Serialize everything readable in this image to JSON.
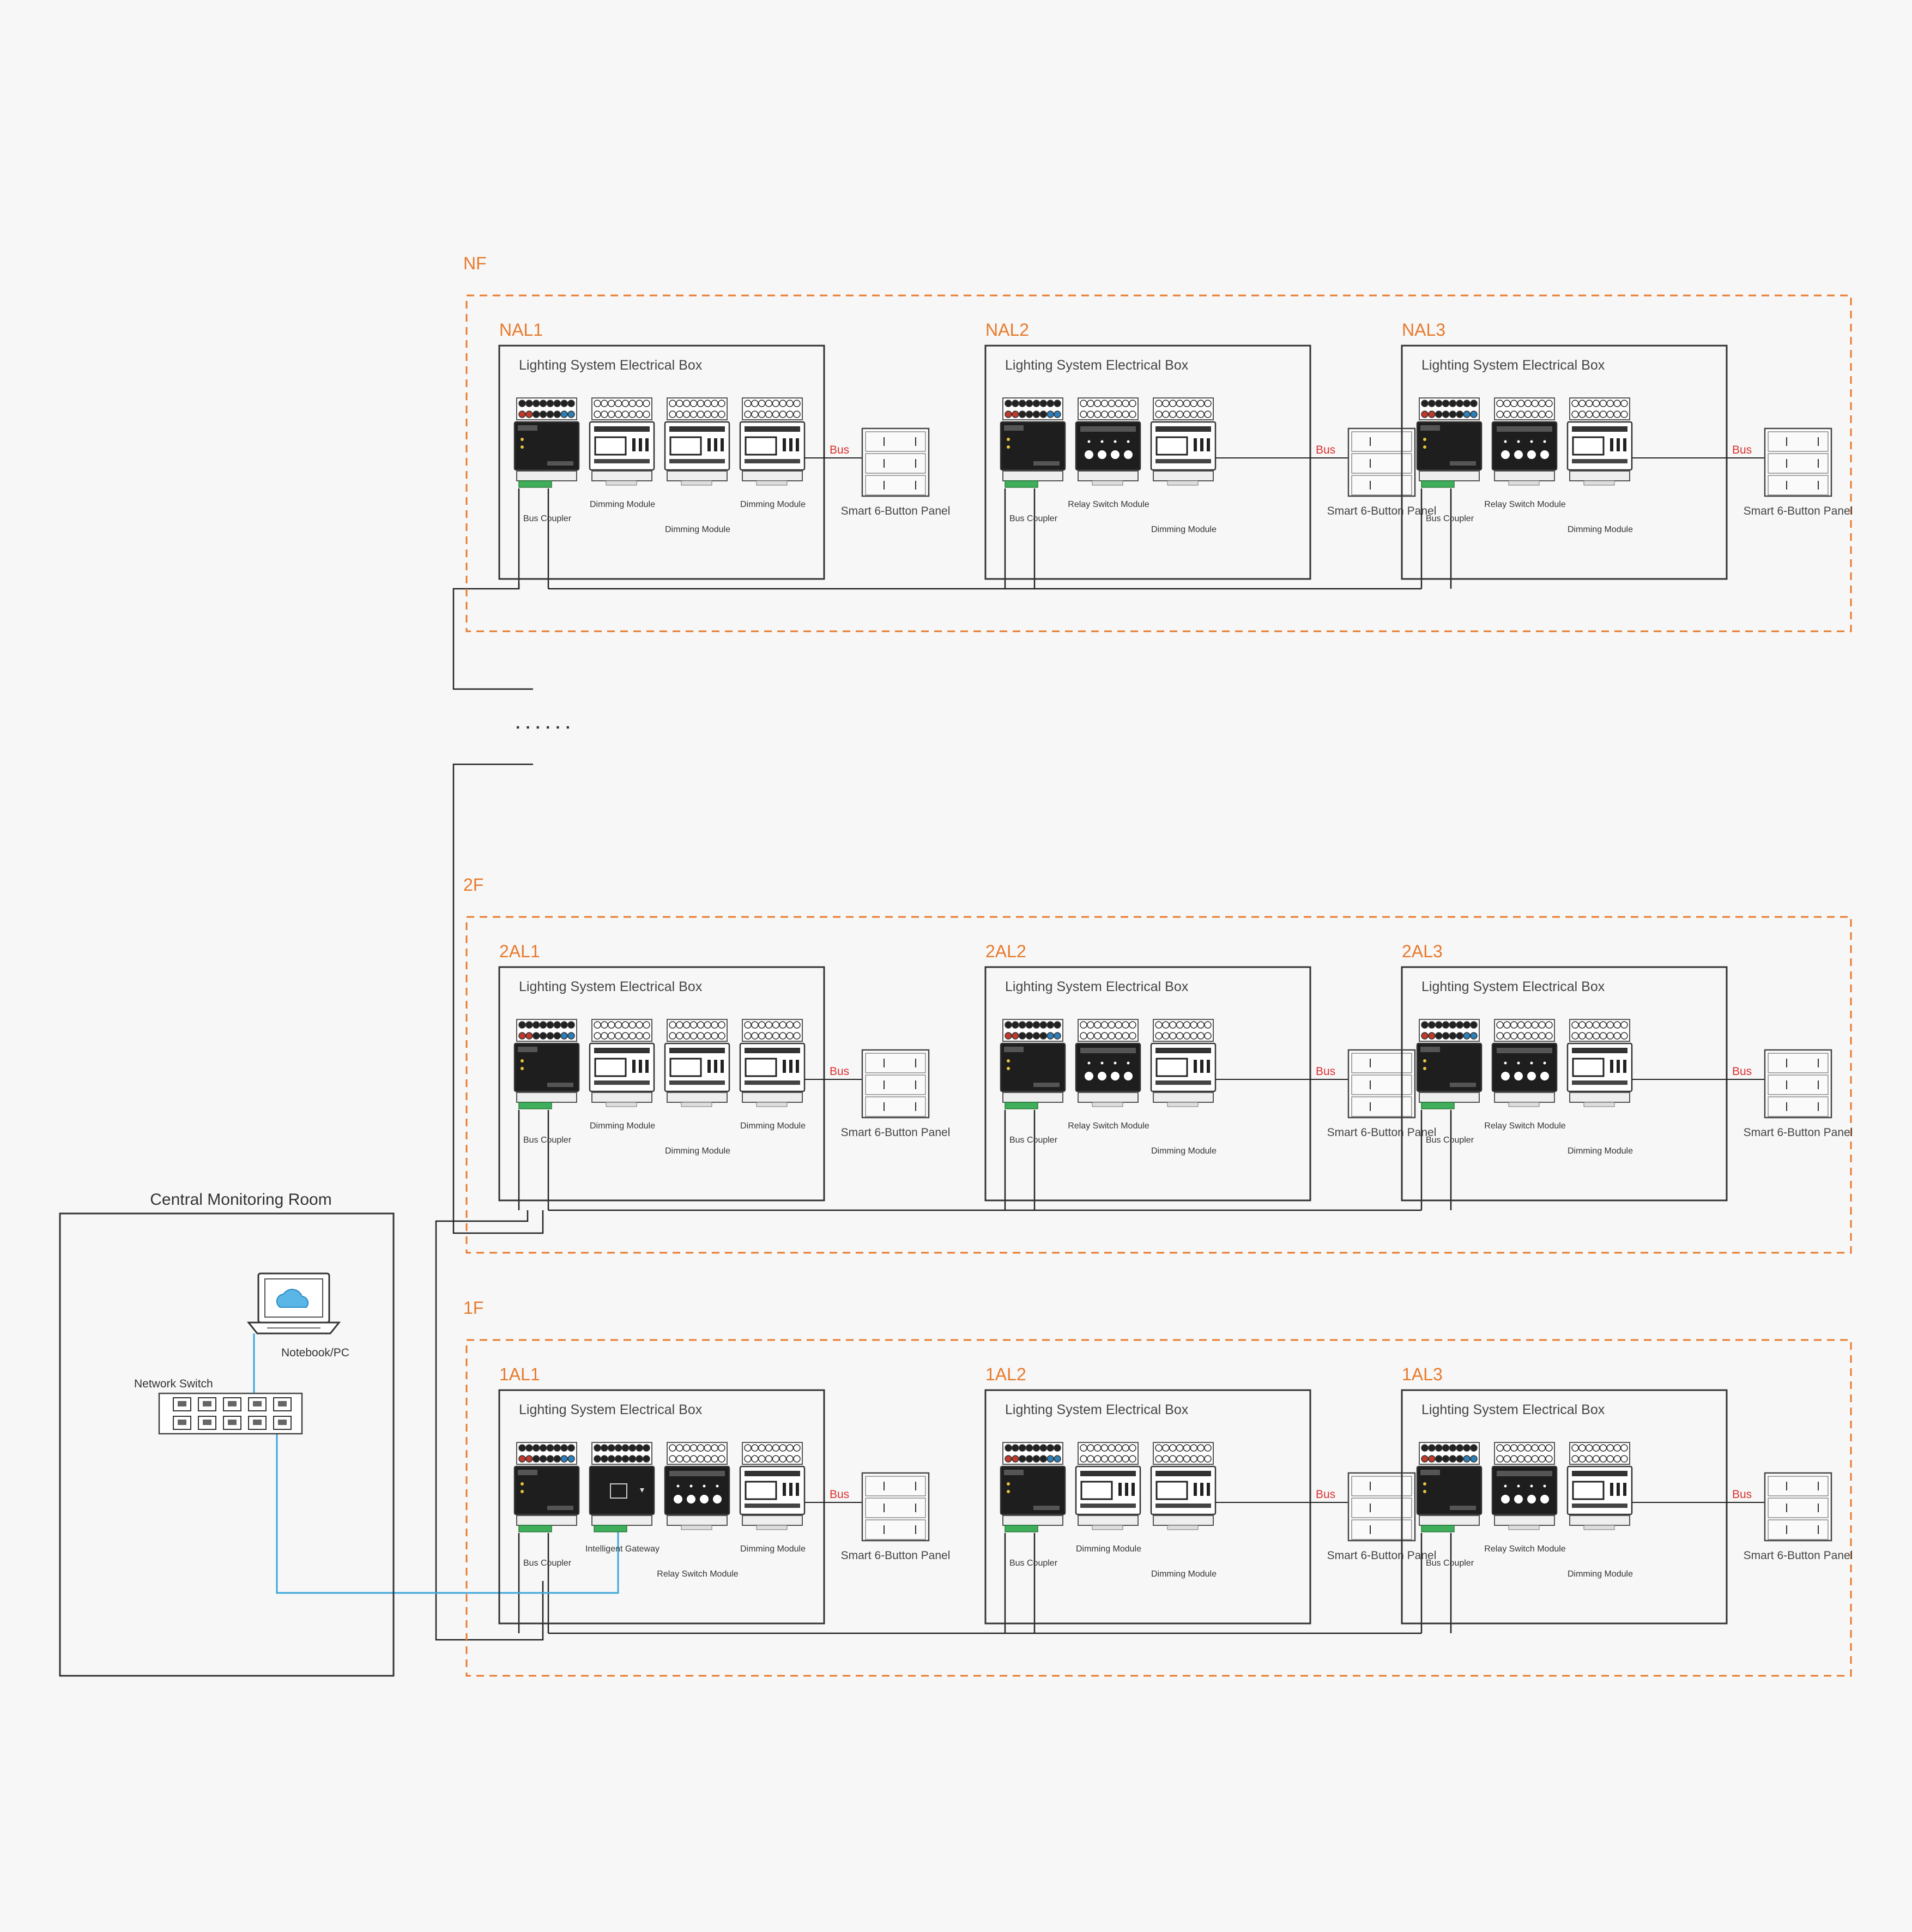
{
  "colors": {
    "accent": "#e87a2c",
    "bus": "#d9302e",
    "network": "#3aa7d9",
    "line": "#222222"
  },
  "central_room": {
    "title": "Central Monitoring Room",
    "pc_label": "Notebook/PC",
    "switch_label": "Network Switch",
    "icons": [
      "laptop-icon",
      "cloud-icon",
      "network-switch-icon"
    ]
  },
  "ellipsis": "· · · · · ·",
  "bus_label": "Bus",
  "box_title": "Lighting System Electrical Box",
  "panel_label": "Smart 6-Button Panel",
  "floors": [
    {
      "label": "NF",
      "boxes": [
        {
          "label": "NAL1",
          "modules": [
            "bus-coupler",
            "dimming",
            "dimming",
            "dimming"
          ],
          "mod_labels": [
            "Bus Coupler",
            "Dimming Module",
            "Dimming Module",
            "Dimming Module"
          ]
        },
        {
          "label": "NAL2",
          "modules": [
            "bus-coupler",
            "relay",
            "dimming"
          ],
          "mod_labels": [
            "Bus Coupler",
            "Relay Switch Module",
            "Dimming Module"
          ]
        },
        {
          "label": "NAL3",
          "modules": [
            "bus-coupler",
            "relay",
            "dimming"
          ],
          "mod_labels": [
            "Bus Coupler",
            "Relay Switch Module",
            "Dimming Module"
          ]
        }
      ]
    },
    {
      "label": "2F",
      "boxes": [
        {
          "label": "2AL1",
          "modules": [
            "bus-coupler",
            "dimming",
            "dimming",
            "dimming"
          ],
          "mod_labels": [
            "Bus Coupler",
            "Dimming Module",
            "Dimming Module",
            "Dimming Module"
          ]
        },
        {
          "label": "2AL2",
          "modules": [
            "bus-coupler",
            "relay",
            "dimming"
          ],
          "mod_labels": [
            "Bus Coupler",
            "Relay Switch Module",
            "Dimming Module"
          ]
        },
        {
          "label": "2AL3",
          "modules": [
            "bus-coupler",
            "relay",
            "dimming"
          ],
          "mod_labels": [
            "Bus Coupler",
            "Relay Switch Module",
            "Dimming Module"
          ]
        }
      ]
    },
    {
      "label": "1F",
      "boxes": [
        {
          "label": "1AL1",
          "modules": [
            "bus-coupler",
            "gateway",
            "relay",
            "dimming"
          ],
          "mod_labels": [
            "Bus Coupler",
            "Intelligent Gateway",
            "Relay Switch Module",
            "Dimming Module"
          ]
        },
        {
          "label": "1AL2",
          "modules": [
            "bus-coupler",
            "dimming",
            "dimming"
          ],
          "mod_labels": [
            "Bus Coupler",
            "Dimming Module",
            "Dimming Module"
          ]
        },
        {
          "label": "1AL3",
          "modules": [
            "bus-coupler",
            "relay",
            "dimming"
          ],
          "mod_labels": [
            "Bus Coupler",
            "Relay Switch Module",
            "Dimming Module"
          ]
        }
      ]
    }
  ]
}
